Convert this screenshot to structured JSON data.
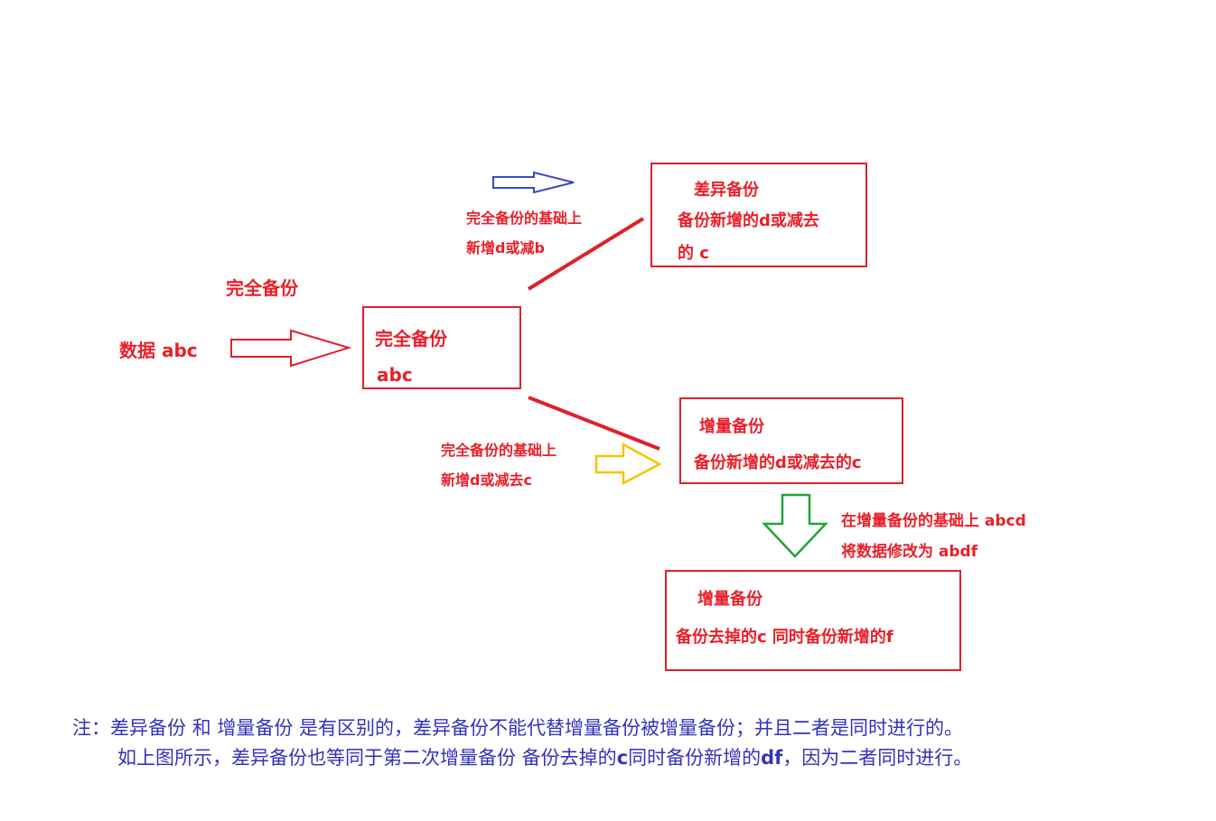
{
  "source": {
    "label_top": "完全备份",
    "label_data": "数据 abc"
  },
  "full_box": {
    "title": "完全备份",
    "content": "abc"
  },
  "diff_arrow_label": {
    "line1": "完全备份的基础上",
    "line2": "新增d或减b"
  },
  "diff_box": {
    "title": "差异备份",
    "line1": "备份新增的d或减去",
    "line2": "的 c"
  },
  "inc_arrow_label": {
    "line1": "完全备份的基础上",
    "line2": "新增d或减去c"
  },
  "inc_box": {
    "title": "增量备份",
    "content": "备份新增的d或减去的c"
  },
  "modify_label": {
    "line1": "在增量备份的基础上 abcd",
    "line2": "将数据修改为 abdf"
  },
  "inc_box2": {
    "title": "增量备份",
    "content": "备份去掉的c 同时备份新增的f"
  },
  "note": {
    "line1": "注：差异备份 和 增量备份 是有区别的，差异备份不能代替增量备份被增量备份；并且二者是同时进行的。",
    "line2_pre": "如上图所示，差异备份也等同于第二次增量备份 备份去掉的",
    "line2_c": "c",
    "line2_mid": "同时备份新增的",
    "line2_df": "df",
    "line2_post": "，因为二者同时进行。"
  },
  "colors": {
    "red": "#e8202a",
    "blue": "#3333bb",
    "yellow": "#f2c500",
    "green": "#22a33a"
  }
}
